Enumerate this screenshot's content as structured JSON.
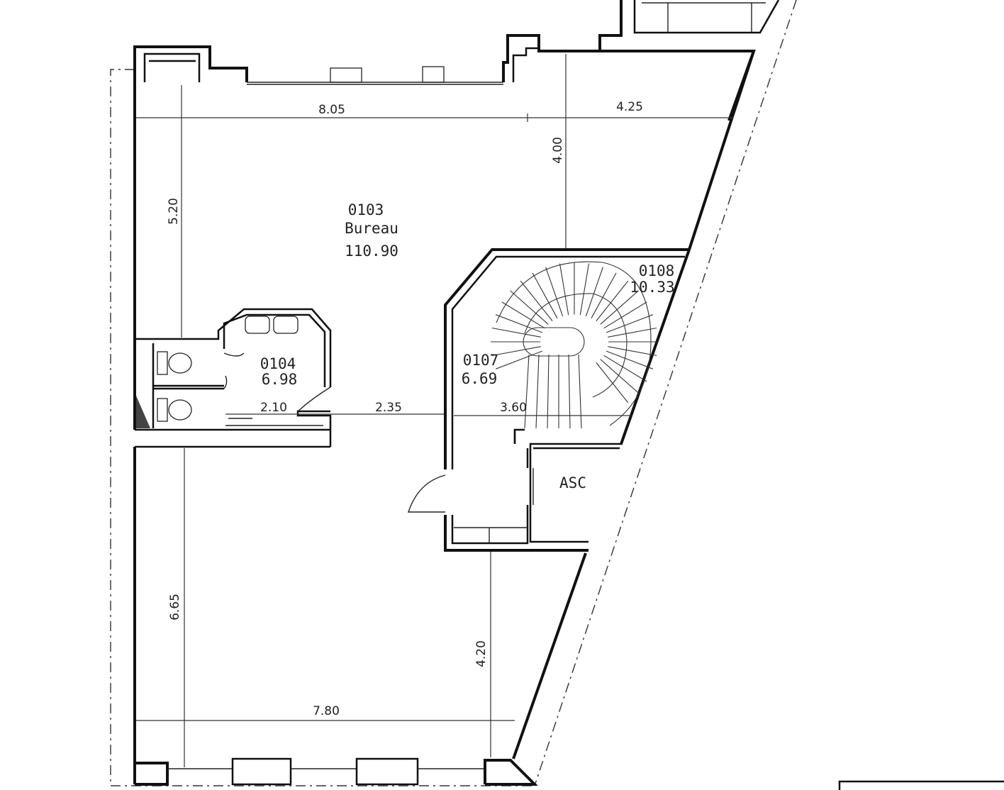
{
  "rooms": {
    "bureau": {
      "number": "0103",
      "name": "Bureau",
      "area": "110.90"
    },
    "wc": {
      "number": "0104",
      "area": "6.98"
    },
    "hall": {
      "number": "0107",
      "area": "6.69"
    },
    "stairs": {
      "number": "0108",
      "area": "10.33"
    },
    "elevator": {
      "name": "ASC"
    }
  },
  "dimensions": {
    "top_width_left": "8.05",
    "top_width_right": "4.25",
    "top_depth": "4.00",
    "left_depth_upper": "5.20",
    "wc_width": "2.10",
    "corridor_width": "2.35",
    "stair_width": "3.60",
    "left_depth_lower": "6.65",
    "lower_depth": "4.20",
    "bottom_width": "7.80"
  }
}
